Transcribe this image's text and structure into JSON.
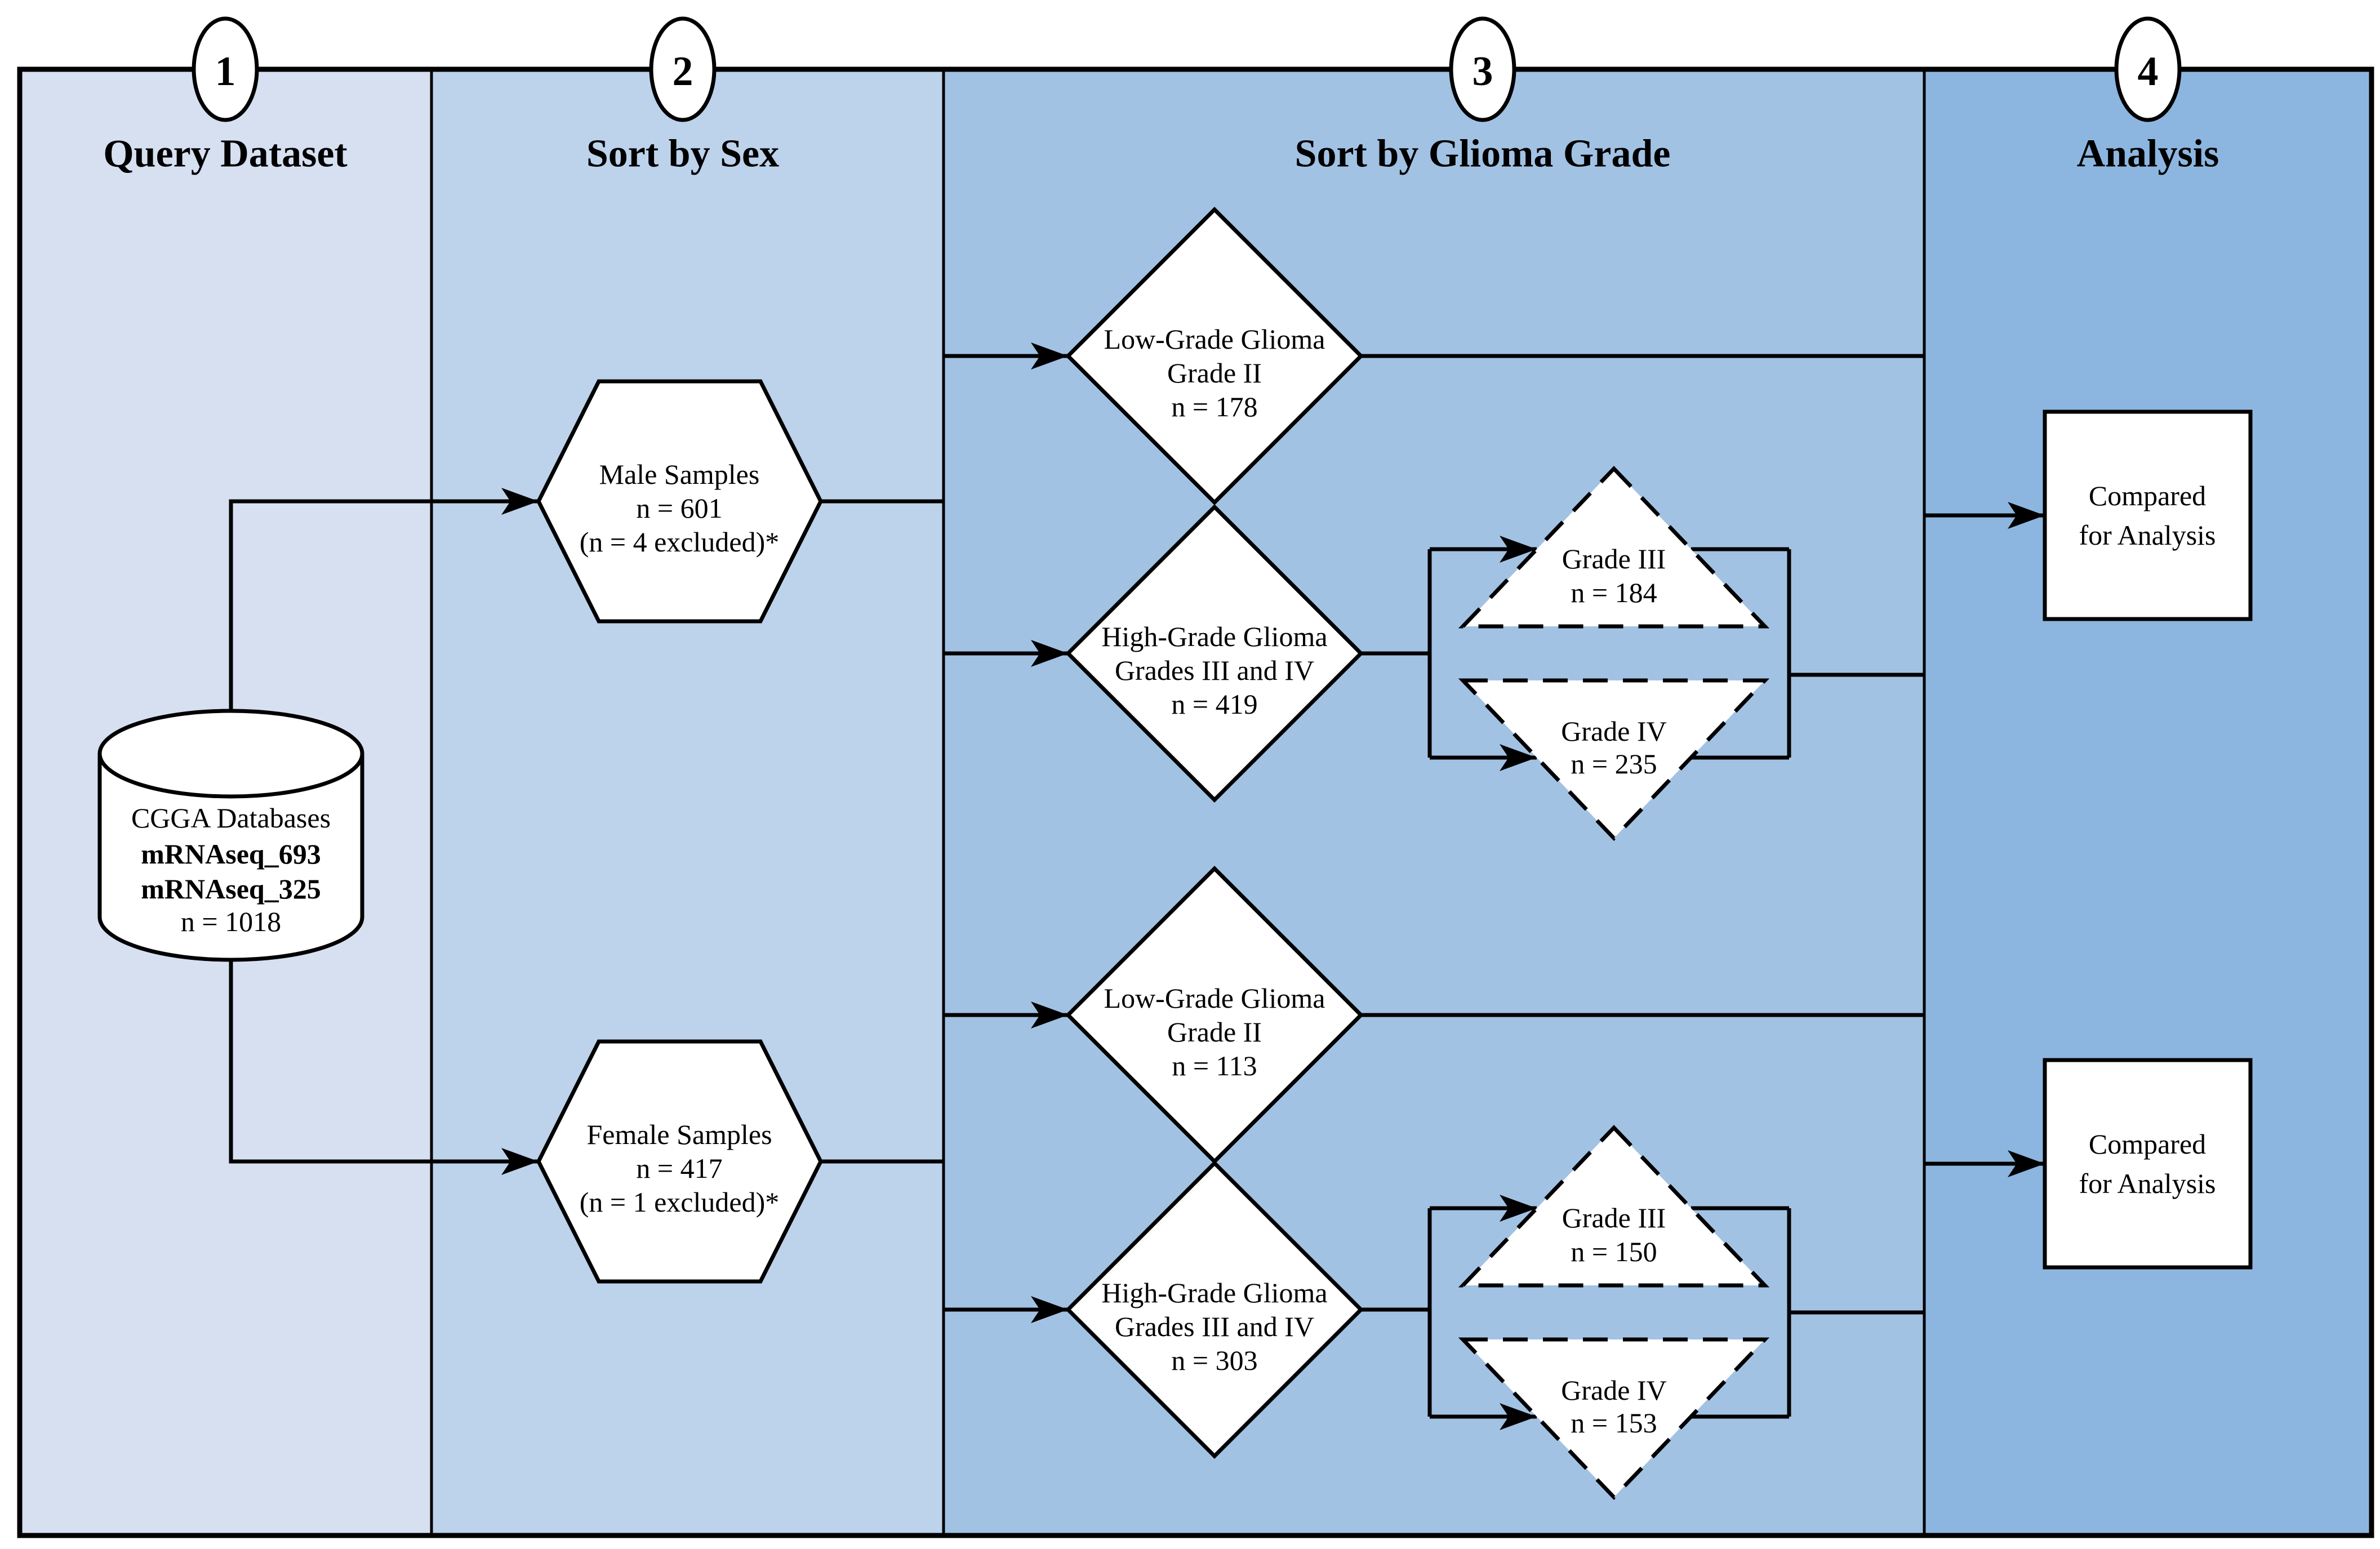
{
  "columns": [
    {
      "number": "1",
      "label": "Query Dataset"
    },
    {
      "number": "2",
      "label": "Sort by Sex"
    },
    {
      "number": "3",
      "label": "Sort by Glioma Grade"
    },
    {
      "number": "4",
      "label": "Analysis"
    }
  ],
  "database": {
    "line1": "CGGA Databases",
    "line2": "mRNAseq_693",
    "line3": "mRNAseq_325",
    "line4": "n = 1018"
  },
  "male": {
    "line1": "Male Samples",
    "line2": "n = 601",
    "line3": "(n = 4 excluded)*"
  },
  "female": {
    "line1": "Female Samples",
    "line2": "n = 417",
    "line3": "(n = 1 excluded)*"
  },
  "male_lgg": {
    "line1": "Low-Grade Glioma",
    "line2": "Grade II",
    "line3": "n = 178"
  },
  "male_hgg": {
    "line1": "High-Grade Glioma",
    "line2": "Grades III and IV",
    "line3": "n = 419"
  },
  "male_g3": {
    "line1": "Grade III",
    "line2": "n = 184"
  },
  "male_g4": {
    "line1": "Grade IV",
    "line2": "n = 235"
  },
  "female_lgg": {
    "line1": "Low-Grade Glioma",
    "line2": "Grade II",
    "line3": "n = 113"
  },
  "female_hgg": {
    "line1": "High-Grade Glioma",
    "line2": "Grades III and IV",
    "line3": "n = 303"
  },
  "female_g3": {
    "line1": "Grade III",
    "line2": "n = 150"
  },
  "female_g4": {
    "line1": "Grade IV",
    "line2": "n = 153"
  },
  "male_analysis": {
    "line1": "Compared",
    "line2": "for Analysis"
  },
  "female_analysis": {
    "line1": "Compared",
    "line2": "for Analysis"
  },
  "colors": {
    "col1": "#d6e0f1",
    "col2": "#bdd2eb",
    "col3": "#a2c2e4",
    "col4": "#8cb6e0",
    "shape_fill": "#ffffff",
    "line": "#000000"
  }
}
